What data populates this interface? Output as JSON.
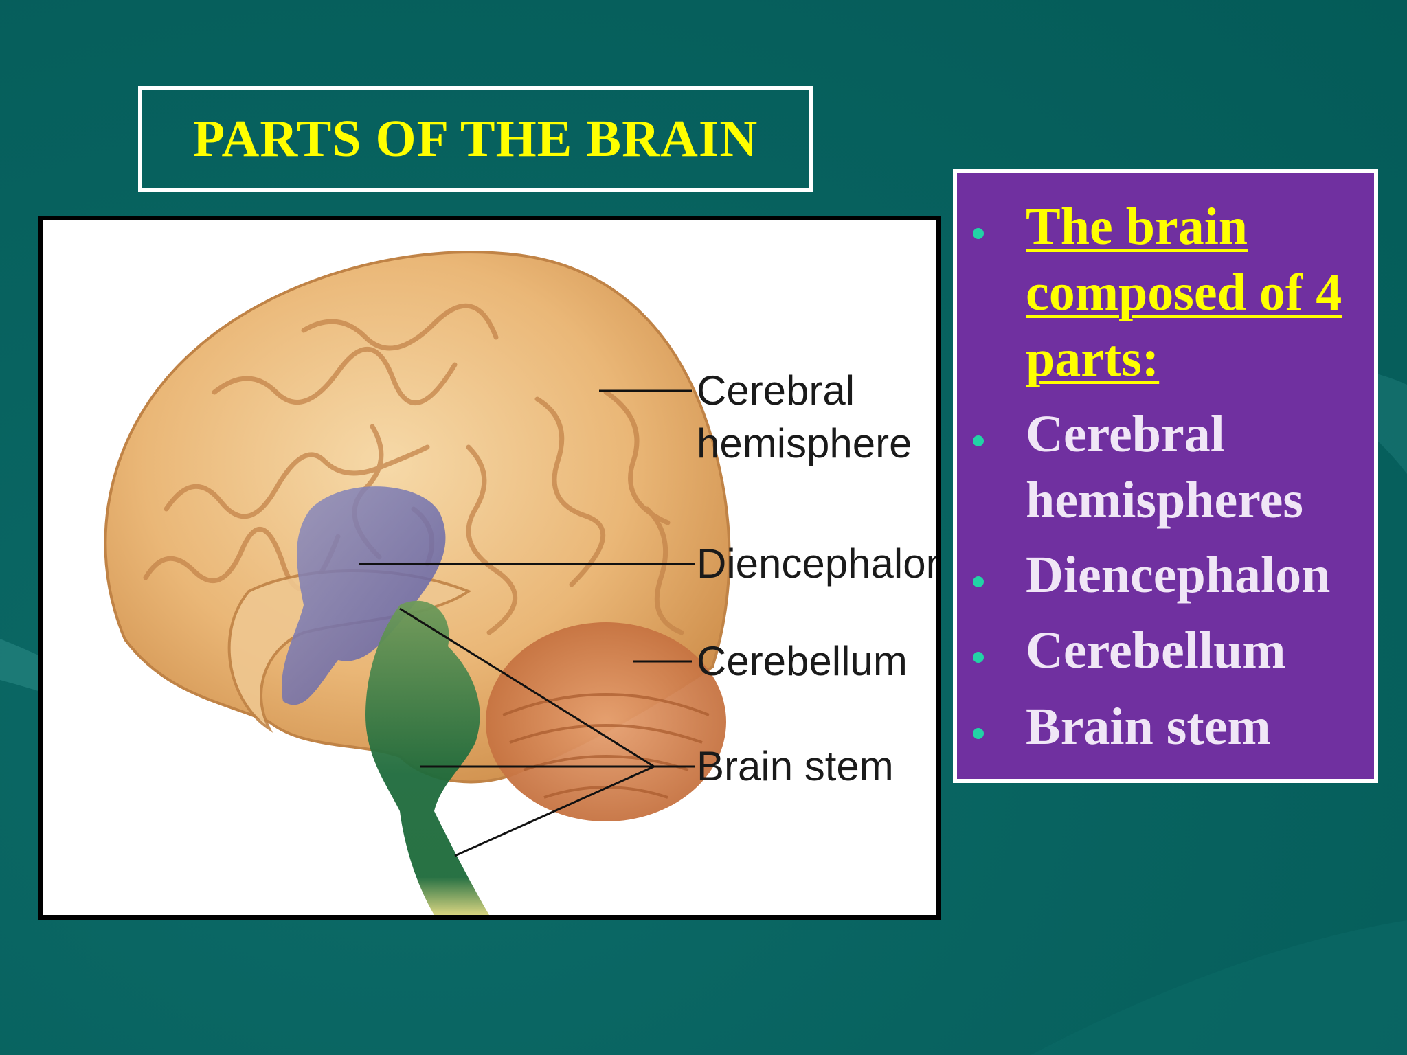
{
  "slide": {
    "title": "PARTS OF THE BRAIN",
    "colors": {
      "background": "#086360",
      "title_text": "#ffff00",
      "panel": "#7030a0",
      "panel_heading": "#ffff00",
      "panel_text": "#f0e6f6",
      "bullet": "#22d3a6"
    }
  },
  "diagram": {
    "labels": {
      "cerebral_line1": "Cerebral",
      "cerebral_line2": "hemisphere",
      "diencephalon": "Diencephalon",
      "cerebellum": "Cerebellum",
      "brain_stem": "Brain stem"
    }
  },
  "panel": {
    "heading": "The brain composed of 4 parts:",
    "items": [
      "Cerebral hemispheres",
      "Diencephalon",
      "Cerebellum",
      "Brain stem"
    ]
  }
}
